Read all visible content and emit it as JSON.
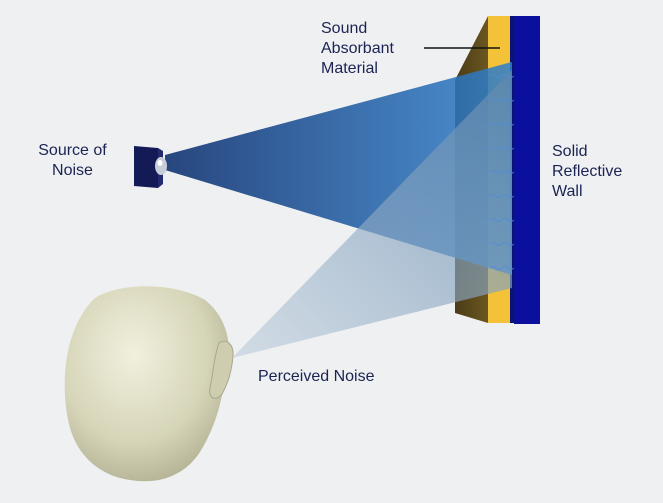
{
  "labels": {
    "absorbant": [
      "Sound",
      "Absorbant",
      "Material"
    ],
    "source": [
      "Source of",
      "Noise"
    ],
    "wall": [
      "Solid",
      "Reflective",
      "Wall"
    ],
    "perceived": "Perceived Noise"
  },
  "colors": {
    "background": "#eff0f2",
    "text": "#1a2352",
    "wall": "#0a0f9e",
    "absorbant_material": "#f2c035",
    "beam": "#2e6fb5",
    "head": "#d9d8bd"
  },
  "icons": [
    "speaker-icon",
    "head-icon",
    "ear-icon",
    "wave-icon"
  ]
}
